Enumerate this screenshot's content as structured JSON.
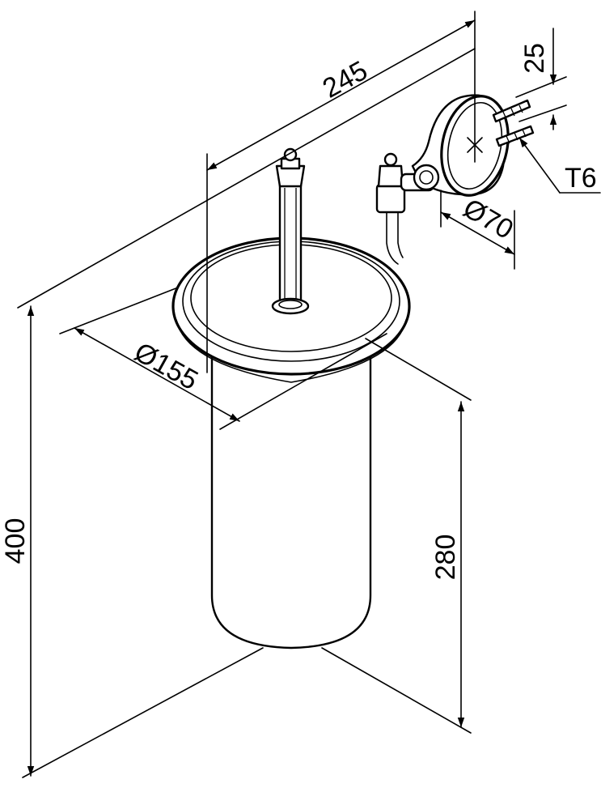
{
  "dimensions": {
    "width_245": "245",
    "height_400": "400",
    "height_280": "280",
    "dia_155": "Ø155",
    "dia_70": "Ø70",
    "spacing_25": "25",
    "screw_t6": "T6"
  }
}
